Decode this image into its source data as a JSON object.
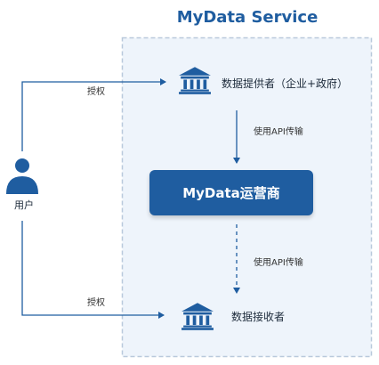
{
  "diagram": {
    "title": "MyData Service",
    "operator": "MyData运营商",
    "provider": "数据提供者（企业+政府）",
    "receiver": "数据接收者",
    "api_label_top": "使用API传输",
    "api_label_bottom": "使用API传输",
    "auth_label_top": "授权",
    "auth_label_bottom": "授权",
    "user": "用户"
  },
  "colors": {
    "primary": "#1f5da0",
    "service_area_bg": "#eef4fb",
    "service_area_border": "#b9c9dc",
    "text": "#1c2a3a"
  },
  "icons": {
    "provider": "bank-building-icon",
    "receiver": "bank-building-icon",
    "user": "user-person-icon"
  }
}
